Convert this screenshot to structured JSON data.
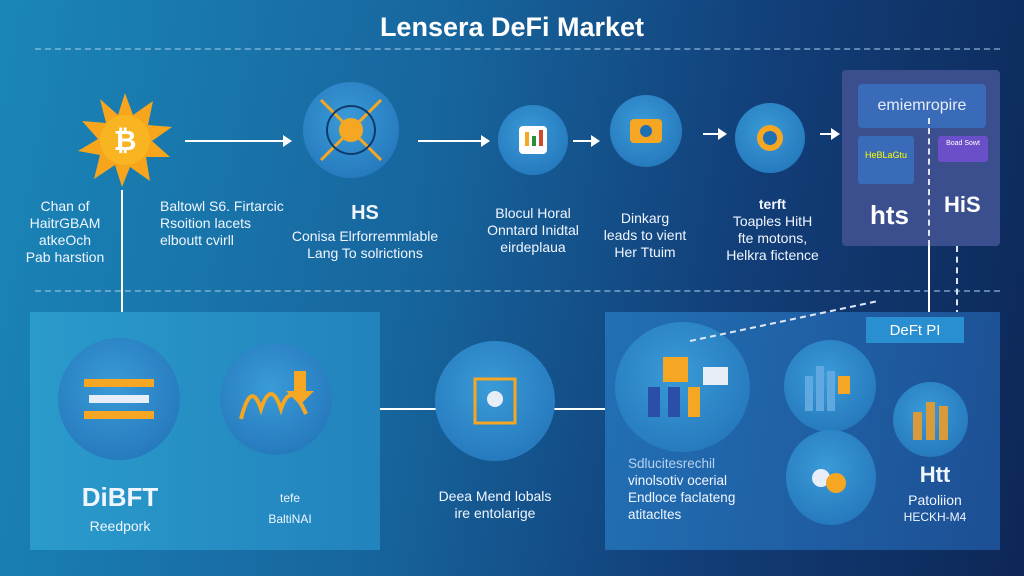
{
  "title": "Lensera DeFi Market",
  "top": {
    "step1": {
      "icon": "bitcoin-sun-icon",
      "lines": [
        "Chan of",
        "HaitrGBAM",
        "atkeOch",
        "Pab harstion"
      ]
    },
    "step2": {
      "lines": [
        "Baltowl S6. Firtarcic",
        "Rsoition lacets",
        "elboutt cvirll"
      ]
    },
    "step3": {
      "heading": "HS",
      "lines": [
        "Conisa Elrforremmlable",
        "Lang To solrictions"
      ]
    },
    "step4": {
      "lines": [
        "Blocul Horal",
        "Onntard Inidtal",
        "eirdeplaua"
      ]
    },
    "step5": {
      "lines": [
        "Dinkarg",
        "leads to vient",
        "Her Ttuim"
      ]
    },
    "step6": {
      "heading": "terft",
      "lines": [
        "Toaples HitH",
        "fte motons,",
        "Helkra fictence"
      ]
    },
    "panel": {
      "banner": "emiemropire",
      "card1": "HeBLaGtu",
      "card2": "Boad Sowt",
      "left_label": "hts",
      "right_label": "HiS"
    }
  },
  "bottom": {
    "left": {
      "heading": "DiBFT",
      "sub": "Reedpork"
    },
    "second": {
      "heading": "tefe",
      "sub": "BaltiNAI"
    },
    "middle": {
      "lines": [
        "Deea Mend lobals",
        "ire entolarige"
      ]
    },
    "right_text": {
      "lines": [
        "Sdlucitesrechil",
        "vinolsotiv ocerial",
        "Endloce faclateng",
        "atitacltes"
      ]
    },
    "tag": "DeFt PI",
    "right_end": {
      "heading": "Htt",
      "lines": [
        "Patoliion",
        "HECKH-M4"
      ]
    }
  },
  "colors": {
    "accent": "#f5a623",
    "panel": "#3b4f8f"
  }
}
